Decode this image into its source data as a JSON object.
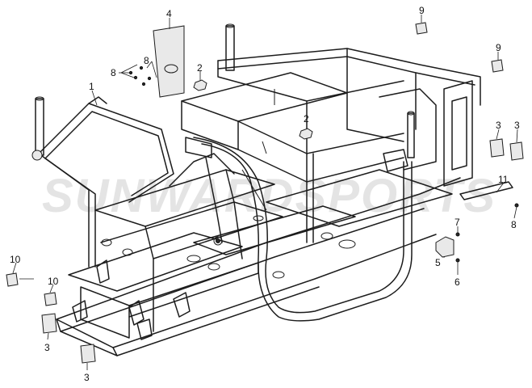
{
  "watermark": "SUNWARDSPORTS",
  "callouts": {
    "c1": "1",
    "c2a": "2",
    "c2b": "2",
    "c3a": "3",
    "c3b": "3",
    "c3c": "3",
    "c3d": "3",
    "c4": "4",
    "c5": "5",
    "c6": "6",
    "c7": "7",
    "c8a": "8",
    "c8b": "8",
    "c8c": "8",
    "c9a": "9",
    "c9b": "9",
    "c10a": "10",
    "c10b": "10",
    "c11": "11"
  }
}
